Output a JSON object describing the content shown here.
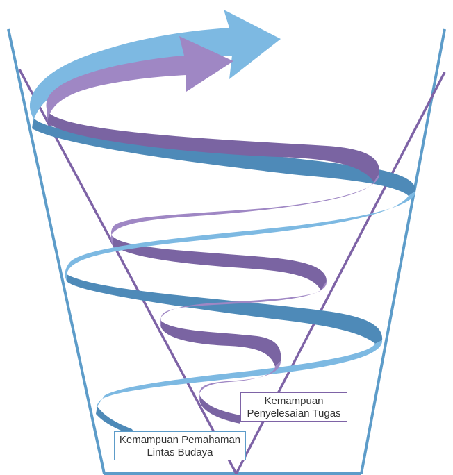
{
  "diagram": {
    "labels": {
      "task": {
        "line1": "Kemampuan",
        "line2": "Penyelesaian Tugas"
      },
      "culture": {
        "line1": "Kemampuan Pemahaman",
        "line2": "Lintas Budaya"
      }
    },
    "colors": {
      "blue_light": "#7db9e2",
      "blue_dark": "#4e8ab8",
      "blue_line": "#5d9cc9",
      "purple_light": "#9f87c4",
      "purple_dark": "#7a64a2",
      "purple_line": "#7e63a6"
    }
  }
}
